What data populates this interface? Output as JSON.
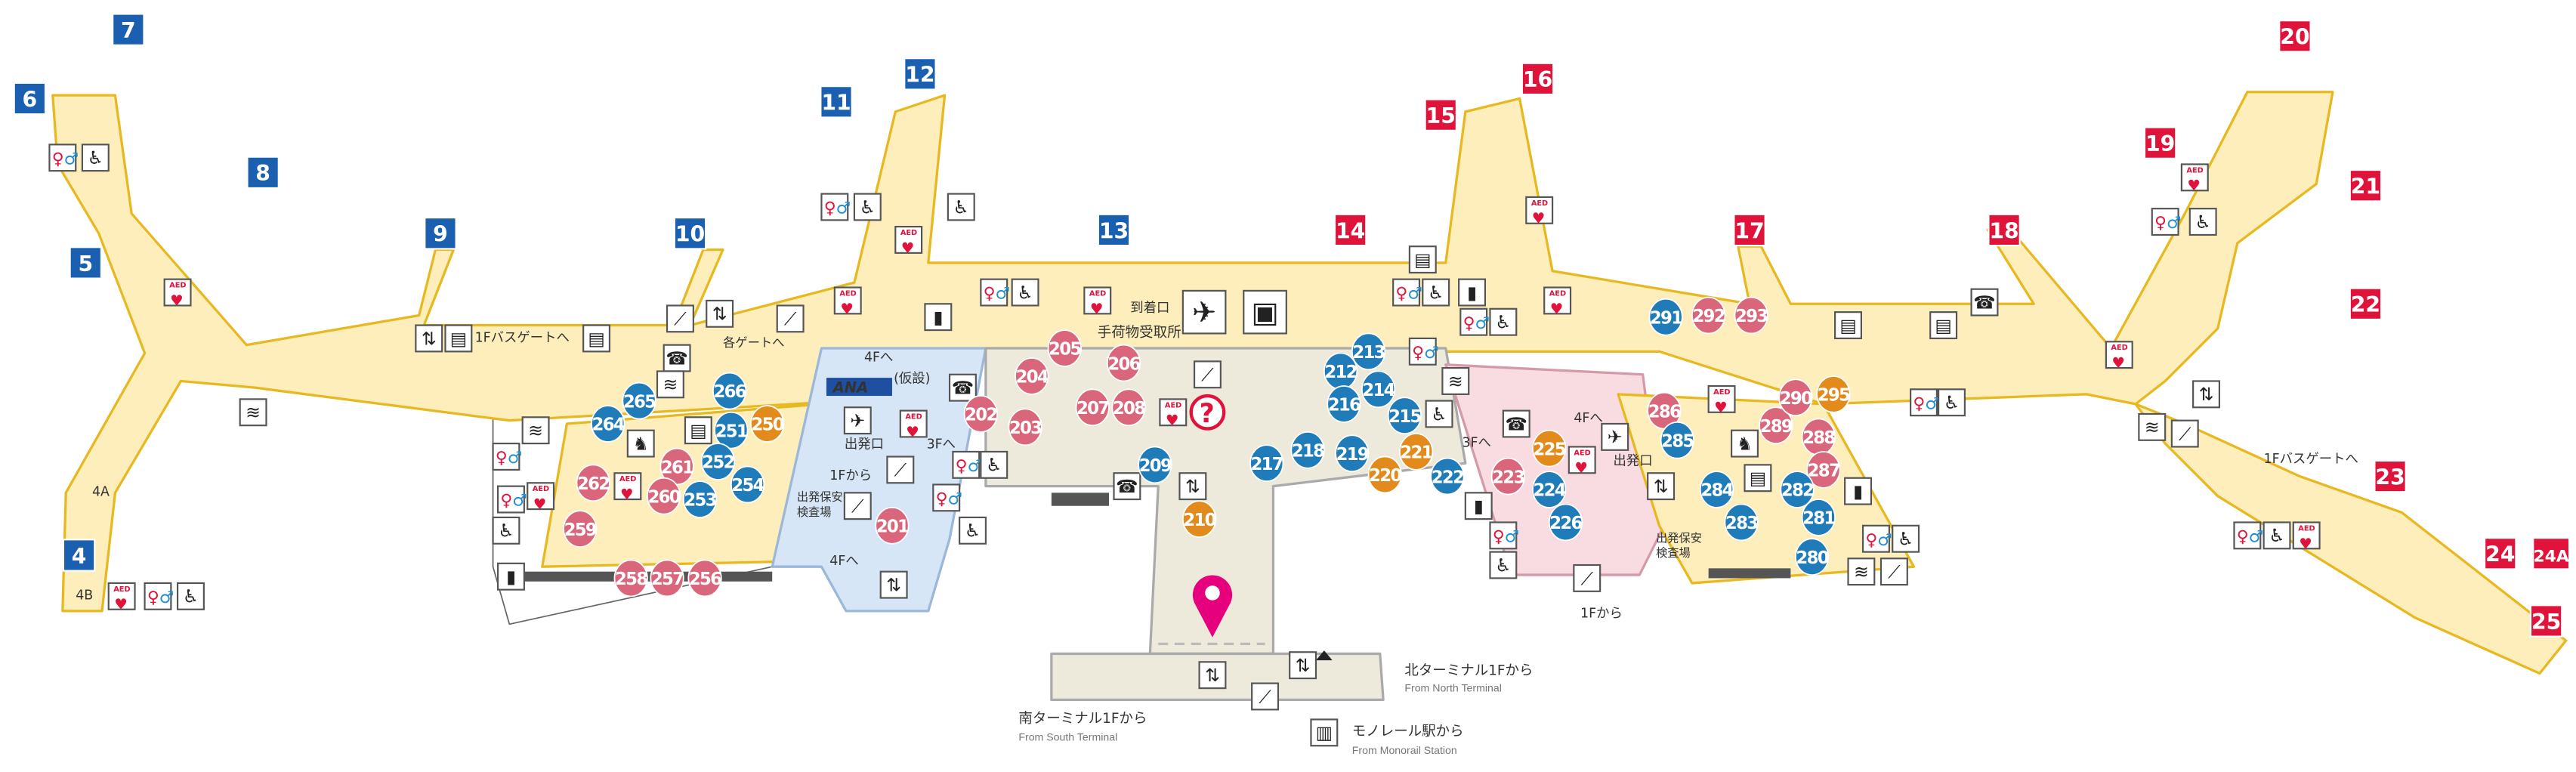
{
  "map": {
    "colors": {
      "concourse": "#fdeebb",
      "concourse_edge": "#e8b820",
      "ana_area": "#d6e6f6",
      "central_area": "#eeeadb",
      "pink_area": "#f9dbe2",
      "wall": "#555555",
      "domestic_gate": "#1a5fb0",
      "intl_gate": "#e0133b",
      "shop_pink": "#d9667a",
      "shop_blue": "#1f7cb9",
      "shop_orange": "#e28b1c",
      "pin": "#e6007e"
    },
    "gates": [
      "7",
      "6",
      "8",
      "5",
      "9",
      "10",
      "11",
      "12",
      "13",
      "14",
      "15",
      "16",
      "17",
      "18",
      "19",
      "20",
      "21",
      "22",
      "23",
      "4",
      "24",
      "24A",
      "25"
    ],
    "gate_kind": [
      "d",
      "d",
      "d",
      "d",
      "d",
      "d",
      "d",
      "d",
      "d",
      "i",
      "i",
      "i",
      "i",
      "i",
      "i",
      "i",
      "i",
      "i",
      "i",
      "d",
      "i",
      "i",
      "i"
    ],
    "shops": [
      {
        "n": "258",
        "c": "pink"
      },
      {
        "n": "257",
        "c": "pink"
      },
      {
        "n": "256",
        "c": "pink"
      },
      {
        "n": "259",
        "c": "pink"
      },
      {
        "n": "262",
        "c": "pink"
      },
      {
        "n": "261",
        "c": "pink"
      },
      {
        "n": "260",
        "c": "pink"
      },
      {
        "n": "201",
        "c": "pink"
      },
      {
        "n": "202",
        "c": "pink"
      },
      {
        "n": "203",
        "c": "pink"
      },
      {
        "n": "204",
        "c": "pink"
      },
      {
        "n": "205",
        "c": "pink"
      },
      {
        "n": "206",
        "c": "pink"
      },
      {
        "n": "207",
        "c": "pink"
      },
      {
        "n": "208",
        "c": "pink"
      },
      {
        "n": "223",
        "c": "pink"
      },
      {
        "n": "286",
        "c": "pink"
      },
      {
        "n": "289",
        "c": "pink"
      },
      {
        "n": "288",
        "c": "pink"
      },
      {
        "n": "287",
        "c": "pink"
      },
      {
        "n": "290",
        "c": "pink"
      },
      {
        "n": "292",
        "c": "pink"
      },
      {
        "n": "293",
        "c": "pink"
      },
      {
        "n": "264",
        "c": "blue"
      },
      {
        "n": "265",
        "c": "blue"
      },
      {
        "n": "266",
        "c": "blue"
      },
      {
        "n": "251",
        "c": "blue"
      },
      {
        "n": "252",
        "c": "blue"
      },
      {
        "n": "253",
        "c": "blue"
      },
      {
        "n": "254",
        "c": "blue"
      },
      {
        "n": "209",
        "c": "blue"
      },
      {
        "n": "217",
        "c": "blue"
      },
      {
        "n": "218",
        "c": "blue"
      },
      {
        "n": "219",
        "c": "blue"
      },
      {
        "n": "212",
        "c": "blue"
      },
      {
        "n": "213",
        "c": "blue"
      },
      {
        "n": "214",
        "c": "blue"
      },
      {
        "n": "216",
        "c": "blue"
      },
      {
        "n": "215",
        "c": "blue"
      },
      {
        "n": "222",
        "c": "blue"
      },
      {
        "n": "224",
        "c": "blue"
      },
      {
        "n": "226",
        "c": "blue"
      },
      {
        "n": "285",
        "c": "blue"
      },
      {
        "n": "284",
        "c": "blue"
      },
      {
        "n": "283",
        "c": "blue"
      },
      {
        "n": "282",
        "c": "blue"
      },
      {
        "n": "281",
        "c": "blue"
      },
      {
        "n": "280",
        "c": "blue"
      },
      {
        "n": "291",
        "c": "blue"
      },
      {
        "n": "250",
        "c": "orange"
      },
      {
        "n": "210",
        "c": "orange"
      },
      {
        "n": "220",
        "c": "orange"
      },
      {
        "n": "221",
        "c": "orange"
      },
      {
        "n": "225",
        "c": "orange"
      },
      {
        "n": "295",
        "c": "orange"
      }
    ],
    "labels": {
      "bus_gate_left": "1Fバスゲートへ",
      "to_gates": "各ゲートへ",
      "to_4f_a": "4Fへ",
      "temporary": "(仮設)",
      "ana": "ANA",
      "departure_exit_a": "出発口",
      "to_3f_a": "3Fへ",
      "from_1f_a": "1Fから",
      "to_4f_b": "4Fへ",
      "security_a_1": "出発保安",
      "security_a_2": "検査場",
      "arrival_exit": "到着口",
      "baggage_claim": "手荷物受取所",
      "to_3f_b": "3Fへ",
      "to_4f_c": "4Fへ",
      "departure_exit_b": "出発口",
      "security_b_1": "出発保安",
      "security_b_2": "検査場",
      "from_1f_b": "1Fから",
      "bus_gate_right": "1Fバスゲートへ",
      "gate_4a": "4A",
      "gate_4b": "4B",
      "south_jp": "南ターミナル1Fから",
      "south_en": "From South Terminal",
      "north_jp": "北ターミナル1Fから",
      "north_en": "From North Terminal",
      "monorail_jp": "モノレール駅から",
      "monorail_en": "From Monorail Station",
      "aed": "AED"
    },
    "icons": [
      "restroom",
      "restroom",
      "restroom",
      "restroom",
      "restroom",
      "restroom",
      "restroom",
      "restroom",
      "restroom",
      "restroom",
      "restroom",
      "restroom",
      "restroom",
      "restroom",
      "restroom",
      "restroom",
      "wheelchair",
      "wheelchair",
      "wheelchair",
      "wheelchair",
      "wheelchair",
      "wheelchair",
      "wheelchair",
      "wheelchair",
      "wheelchair",
      "wheelchair",
      "wheelchair",
      "wheelchair",
      "wheelchair",
      "wheelchair",
      "wheelchair",
      "wheelchair",
      "aed",
      "aed",
      "aed",
      "aed",
      "aed",
      "aed",
      "aed",
      "aed",
      "aed",
      "aed",
      "aed",
      "aed",
      "aed",
      "aed",
      "aed",
      "aed",
      "elevator",
      "elevator",
      "elevator",
      "elevator",
      "elevator",
      "elevator",
      "elevator",
      "elevator",
      "escalator",
      "escalator",
      "escalator",
      "escalator",
      "escalator",
      "escalator",
      "escalator",
      "escalator",
      "escalator",
      "bus",
      "bus",
      "bus",
      "bus",
      "bus",
      "bus",
      "bus",
      "phone",
      "phone",
      "phone",
      "phone",
      "phone",
      "smoking",
      "smoking",
      "smoking",
      "smoking",
      "smoking",
      "smoking",
      "drink",
      "drink",
      "drink",
      "drink",
      "drink",
      "arrival-plane",
      "baggage",
      "departure-plane",
      "departure-plane",
      "information",
      "lounge",
      "lounge",
      "monorail"
    ]
  }
}
